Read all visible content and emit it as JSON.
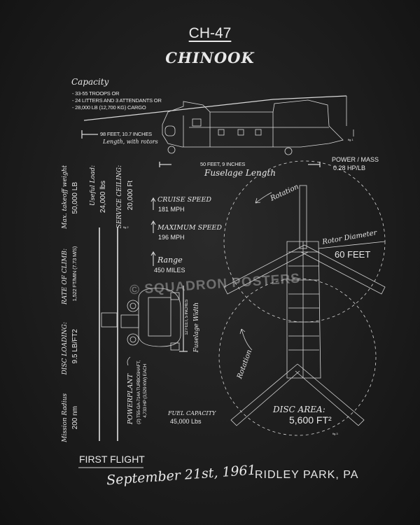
{
  "title": {
    "model": "CH-47",
    "name": "CHINOOK"
  },
  "capacity": {
    "label": "Capacity",
    "lines": [
      "- 33-55 TROOPS OR",
      "- 24 LITTERS AND 3 ATTENDANTS OR",
      "- 28,000 LB (12,700 KG) CARGO"
    ]
  },
  "length_rotors": {
    "value": "98 FEET, 10.7 INCHES",
    "label": "Length, with rotors"
  },
  "fuselage_length": {
    "value": "50 FEET, 9 INCHES",
    "label": "Fuselage Length"
  },
  "power_mass": {
    "label": "POWER / MASS",
    "value": "0.28 HP/LB"
  },
  "max_takeoff": {
    "label": "Max. takeoff weight",
    "value": "50,000 LB"
  },
  "useful_load": {
    "label": "Useful Load:",
    "value": "24,000 lbs"
  },
  "service_ceiling": {
    "label": "SERVICE CEILING:",
    "value": "20,000 Ft"
  },
  "cruise_speed": {
    "label": "CRUISE SPEED",
    "value": "181 MPH"
  },
  "max_speed": {
    "label": "MAXIMUM SPEED",
    "value": "196 MPH"
  },
  "range": {
    "label": "Range",
    "value": "450 MILES"
  },
  "rate_of_climb": {
    "label": "RATE OF CLIMB:",
    "value": "1,522 FT/MIN (7.73 M/S)"
  },
  "disc_loading": {
    "label": "DISC LOADING:",
    "value": "9.5 LB/FT2"
  },
  "mission_radius": {
    "label": "Mission Radius",
    "value": "200 nm"
  },
  "powerplant": {
    "label": "POWERPLANT",
    "line1": "(2) T55-GA-714A TURBOSHAFT,",
    "line2": "4,733 HP (3,529 KW) EACH"
  },
  "fuel_capacity": {
    "label": "FUEL CAPACITY",
    "value": "45,000 Lbs"
  },
  "fuselage_width": {
    "value": "12 FEET, 5 INCHES",
    "label": "Fuselage Width"
  },
  "rotation_label": "Rotation",
  "rotor_diameter": {
    "label": "Rotor Diameter",
    "value": "60 FEET"
  },
  "disc_area": {
    "label": "DISC AREA:",
    "value": "5,600 FT²"
  },
  "first_flight": {
    "label": "FIRST FLIGHT",
    "date": "September 21st, 1961",
    "place": "RIDLEY PARK, PA"
  },
  "figure_tags": [
    "fig.1",
    "fig.2",
    "fig.3"
  ],
  "watermark": "© SQUADRON POSTERS"
}
